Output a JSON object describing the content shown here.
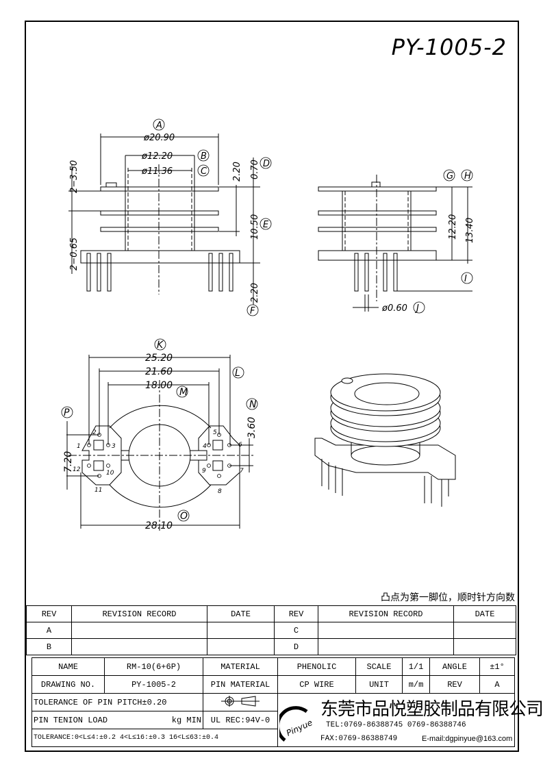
{
  "drawing_number": "PY-1005-2",
  "note": "凸点为第一脚位，顺时针方向数",
  "side_view": {
    "A": "A",
    "dim_A": "ø20.90",
    "B": "B",
    "dim_B": "ø12.20",
    "C": "C",
    "dim_C": "ø11.36",
    "D": "D",
    "dim_D": "0.70",
    "dim_2_20_top": "2.20",
    "E": "E",
    "dim_E": "10.50",
    "F": "F",
    "dim_F": "2.20",
    "dim_left_top": "2−3.50",
    "dim_left_bottom": "2−0.65"
  },
  "front_view": {
    "G": "G",
    "H": "H",
    "dim_G": "12.20",
    "dim_H": "13.40",
    "I": "I",
    "J": "J",
    "dim_J": "ø0.60"
  },
  "bottom_view": {
    "K": "K",
    "dim_K": "25.20",
    "L": "L",
    "dim_L": "21.60",
    "M": "M",
    "dim_M": "18.00",
    "N": "N",
    "dim_N": "3.60",
    "O": "O",
    "dim_O": "28.10",
    "P": "P",
    "dim_P": "7.20",
    "pins": [
      "1",
      "2",
      "3",
      "4",
      "5",
      "6",
      "7",
      "8",
      "9",
      "10",
      "11",
      "12"
    ]
  },
  "revision_table": {
    "headers": [
      "REV",
      "REVISION RECORD",
      "DATE",
      "REV",
      "REVISION RECORD",
      "DATE"
    ],
    "rows": [
      [
        "A",
        "",
        "",
        "C",
        "",
        ""
      ],
      [
        "B",
        "",
        "",
        "D",
        "",
        ""
      ]
    ]
  },
  "title_block": {
    "name_label": "NAME",
    "name": "RM-10(6+6P)",
    "material_label": "MATERIAL",
    "material": "PHENOLIC",
    "scale_label": "SCALE",
    "scale": "1/1",
    "angle_label": "ANGLE",
    "angle": "±1°",
    "drawing_no_label": "DRAWING NO.",
    "drawing_no": "PY-1005-2",
    "pin_material_label": "PIN MATERIAL",
    "pin_material": "CP WIRE",
    "unit_label": "UNIT",
    "unit": "m/m",
    "rev_label": "REV",
    "rev": "A",
    "pin_pitch": "TOLERANCE OF PIN PITCH±0.20",
    "pin_load": "PIN TENION LOAD",
    "pin_load_unit": "kg MIN",
    "ul": "UL REC:94V-0",
    "tolerance": "TOLERANCE:0<L≤4:±0.2  4<L≤16:±0.3  16<L≤63:±0.4",
    "logo": "Pinyue",
    "company": "东莞市品悦塑胶制品有限公司",
    "tel": "TEL:0769-86388745     0769-86388746",
    "fax": "FAX:0769-86388749",
    "email": "E-mail:dgpinyue@163.com"
  }
}
